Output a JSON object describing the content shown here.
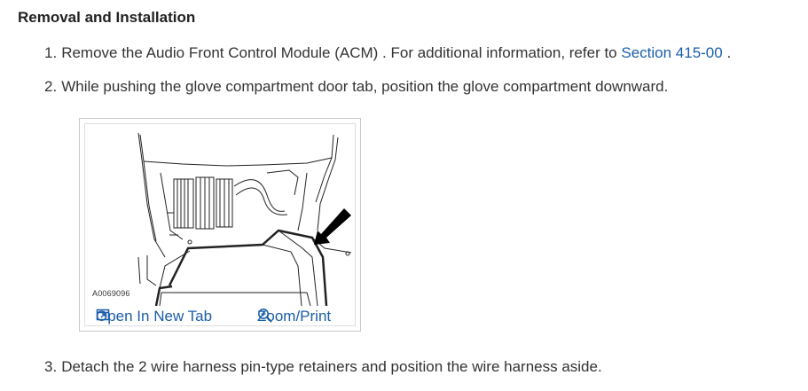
{
  "heading": "Removal and Installation",
  "steps": [
    {
      "number": "1.",
      "text_before": "Remove the Audio Front Control Module (ACM) . For additional information, refer to ",
      "link": "Section  415-00",
      "text_after": " ."
    },
    {
      "number": "2.",
      "text": "While pushing the glove compartment door tab, position the glove compartment downward."
    },
    {
      "number": "3.",
      "text": "Detach the 2 wire harness pin-type retainers and position the wire harness aside."
    }
  ],
  "figure": {
    "id_label": "A0069096",
    "open_label": "Open In New Tab",
    "zoom_label": "Zoom/Print",
    "open_icon": "open-in-new-tab-icon",
    "zoom_icon": "zoom-magnifier-icon"
  },
  "colors": {
    "link": "#1a5ea8",
    "text": "#333333"
  }
}
